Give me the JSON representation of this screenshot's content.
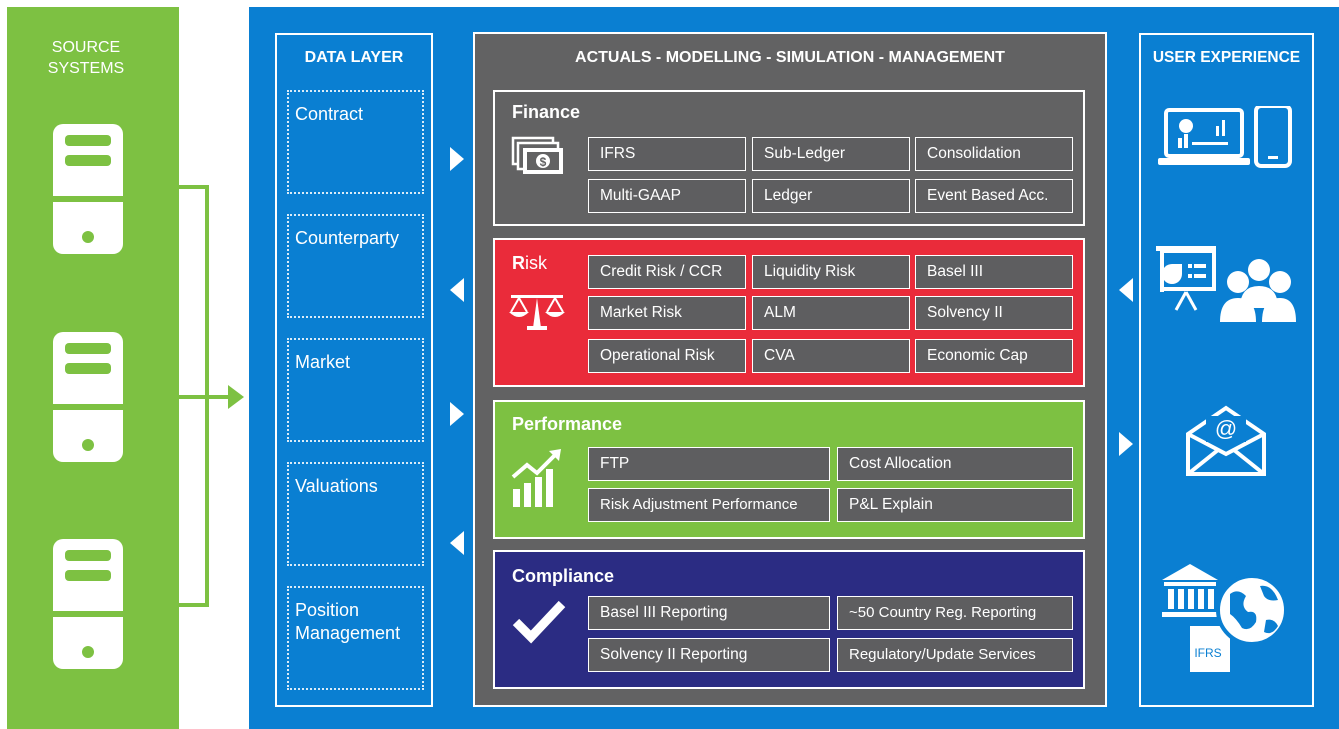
{
  "source": {
    "title_line1": "SOURCE",
    "title_line2": "SYSTEMS"
  },
  "data_layer": {
    "title": "DATA LAYER",
    "items": [
      {
        "line1": "Contract",
        "line2": ""
      },
      {
        "line1": "Counterparty",
        "line2": ""
      },
      {
        "line1": "Market",
        "line2": ""
      },
      {
        "line1": "Valuations",
        "line2": ""
      },
      {
        "line1": "Position",
        "line2": "Management"
      }
    ]
  },
  "center": {
    "title": "ACTUALS - MODELLING - SIMULATION - MANAGEMENT",
    "finance": {
      "title": "Finance",
      "cells": [
        "IFRS",
        "Sub-Ledger",
        "Consolidation",
        "Multi-GAAP",
        "Ledger",
        "Event Based Acc."
      ]
    },
    "risk": {
      "title_first": "R",
      "title_rest": "isk",
      "cells": [
        "Credit Risk / CCR",
        "Liquidity Risk",
        "Basel III",
        "Market Risk",
        "ALM",
        "Solvency II",
        "Operational Risk",
        "CVA",
        "Economic Cap"
      ]
    },
    "performance": {
      "title": "Performance",
      "cells": [
        "FTP",
        "Cost Allocation",
        "Risk Adjustment Performance",
        "P&L Explain"
      ]
    },
    "compliance": {
      "title": "Compliance",
      "cells": [
        "Basel III Reporting",
        "~50 Country Reg. Reporting",
        "Solvency II Reporting",
        "Regulatory/Update Services"
      ]
    }
  },
  "ux": {
    "title": "USER EXPERIENCE",
    "ifrs_label": "IFRS",
    "at_sign": "@",
    "money_symbol": "$"
  },
  "colors": {
    "green": "#7dc142",
    "blue": "#0a7fd2",
    "grey": "#626263",
    "red": "#ea2b3a",
    "perf_green": "#7dc142",
    "navy": "#2b2c83"
  },
  "icons": [
    "server-icon",
    "money-icon",
    "scales-icon",
    "growth-chart-icon",
    "checkmark-icon",
    "laptop-phone-icon",
    "presentation-icon",
    "email-icon",
    "bank-globe-icon"
  ]
}
